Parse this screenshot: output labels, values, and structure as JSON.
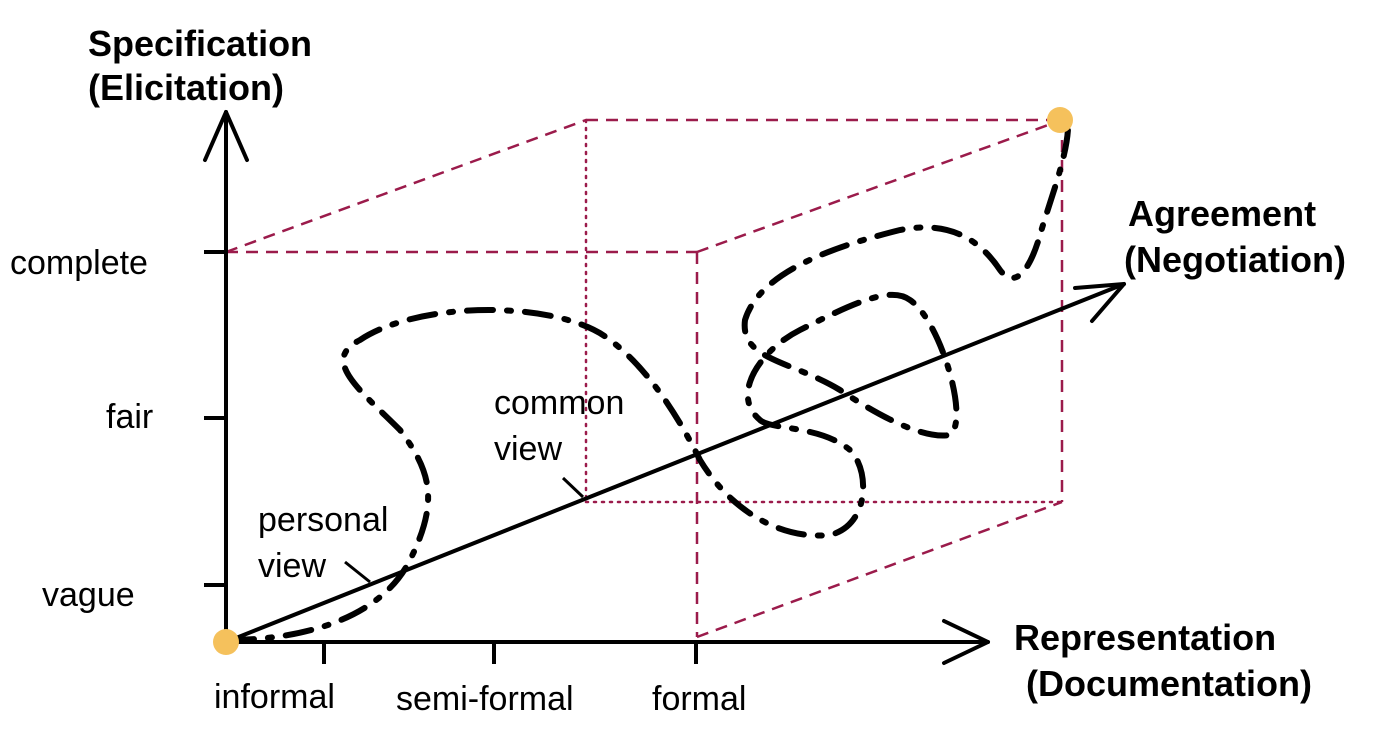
{
  "colors": {
    "cube": "#9b1b4b",
    "dot": "#f5c15c",
    "axis": "#000000"
  },
  "axes": {
    "vertical": {
      "title_line1": "Specification",
      "title_line2": "(Elicitation)"
    },
    "horizontal": {
      "title_line1": "Representation",
      "title_line2": "(Documentation)"
    },
    "diagonal": {
      "title_line1": "Agreement",
      "title_line2": "(Negotiation)"
    }
  },
  "vertical_ticks": [
    "complete",
    "fair",
    "vague"
  ],
  "horizontal_ticks": [
    "informal",
    "semi-formal",
    "formal"
  ],
  "labels": {
    "personal_view_line1": "personal",
    "personal_view_line2": "view",
    "common_view_line1": "common",
    "common_view_line2": "view"
  }
}
